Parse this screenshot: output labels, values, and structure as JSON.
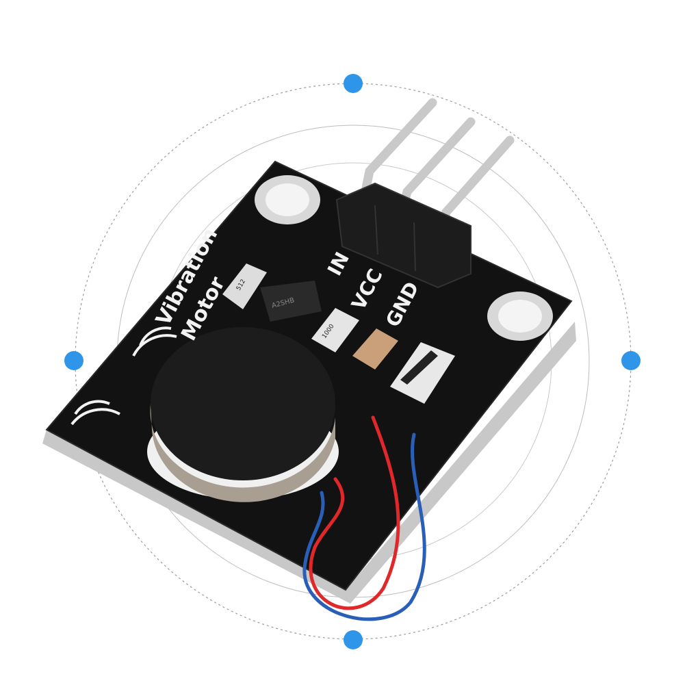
{
  "board": {
    "title_line1": "Vibration",
    "title_line2": "Motor",
    "pin_labels": [
      "IN",
      "VCC",
      "GND"
    ],
    "component_markings": [
      "512",
      "A2SHB",
      "1000"
    ]
  },
  "colors": {
    "accent_dot": "#2f95e8",
    "pcb": "#111111",
    "wire_red": "#e0282a",
    "wire_blue": "#2a5fb8"
  }
}
